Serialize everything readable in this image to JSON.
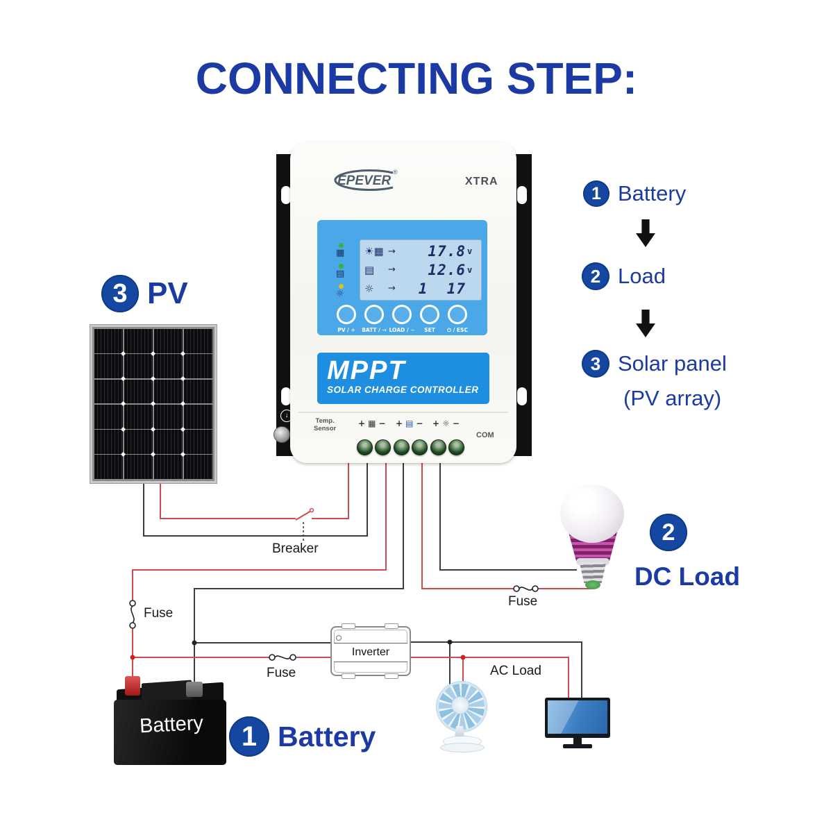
{
  "title": "CONNECTING STEP:",
  "steps": [
    {
      "num": "1",
      "label": "Battery"
    },
    {
      "num": "2",
      "label": "Load"
    },
    {
      "num": "3",
      "label": "Solar panel",
      "label2": "(PV array)"
    }
  ],
  "pv_panel": {
    "num": "3",
    "label": "PV"
  },
  "dc_load": {
    "num": "2",
    "label": "DC Load"
  },
  "battery_step": {
    "num": "1",
    "label": "Battery"
  },
  "battery_device": {
    "label": "Battery"
  },
  "inverter": {
    "label": "Inverter"
  },
  "wiring": {
    "breaker": "Breaker",
    "fuse_battery": "Fuse",
    "fuse_inverter": "Fuse",
    "fuse_load": "Fuse",
    "ac_load": "AC Load"
  },
  "controller": {
    "brand": "EPEVER",
    "registered": "®",
    "model": "XTRA",
    "lcd_rows": [
      {
        "icon": "sun-pv",
        "value": "17.8",
        "unit": "v"
      },
      {
        "icon": "battery",
        "value": "12.6",
        "unit": "v"
      },
      {
        "icon": "load",
        "value": "1  17",
        "unit": ""
      }
    ],
    "buttons": [
      {
        "label": "PV / +"
      },
      {
        "label": "BATT / →"
      },
      {
        "label": "LOAD / −"
      },
      {
        "label": "SET"
      },
      {
        "label": "⏻ / ESC"
      }
    ],
    "banner": {
      "title": "MPPT",
      "subtitle": "SOLAR CHARGE CONTROLLER"
    },
    "labels": {
      "temp_line1": "Temp.",
      "temp_line2": "Sensor",
      "com": "COM",
      "plus": "+",
      "minus": "−"
    }
  },
  "colors": {
    "accent_blue": "#1c3aa4",
    "badge_blue": "#1547a0",
    "panel_blue": "#4aa8e8",
    "banner_blue": "#1e8fe0",
    "lcd_bg": "#bcd8ee",
    "wire_red": "#cf4a4a",
    "wire_black": "#3d3d3d",
    "led_green": "#35b335",
    "led_yellow": "#e0c020"
  }
}
